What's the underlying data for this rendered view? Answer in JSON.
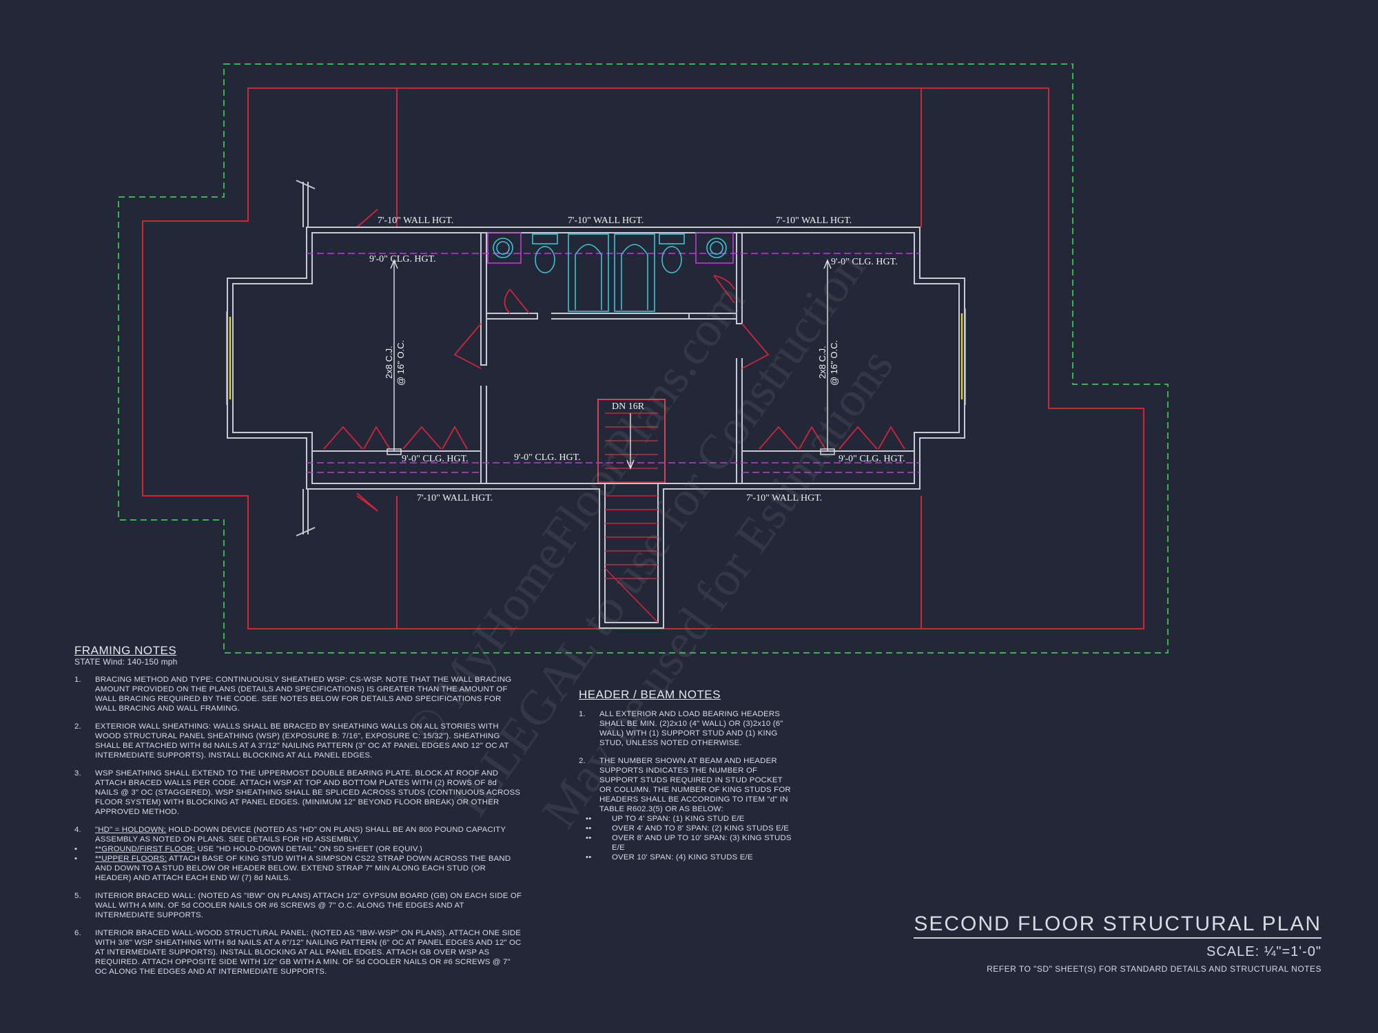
{
  "plan": {
    "wall_heights": [
      "7'-10\" WALL HGT.",
      "7'-10\" WALL HGT.",
      "7'-10\" WALL HGT.",
      "7'-10\" WALL HGT.",
      "7'-10\" WALL HGT."
    ],
    "ceiling_heights": [
      "9'-0\" CLG. HGT.",
      "9'-0\" CLG. HGT.",
      "9'-0\" CLG. HGT.",
      "9'-0\" CLG. HGT.",
      "9'-0\" CLG. HGT."
    ],
    "joist_label_1": "2x8 C.J.",
    "joist_label_2": "@ 16\" O.C.",
    "stair_label": "DN 16R",
    "colors": {
      "background": "#232838",
      "walls": "#c9cbd2",
      "roof_line": "#d0243a",
      "overhang": "#39b54a",
      "ceiling_line": "#c23ad6",
      "fixtures": "#3fc3d4",
      "window": "#e0d33a"
    }
  },
  "framing_notes": {
    "title": "FRAMING NOTES",
    "subtitle": "STATE Wind: 140-150 mph",
    "n1_num": "1.",
    "n1": "BRACING METHOD AND TYPE: CONTINUOUSLY SHEATHED WSP: CS-WSP. NOTE THAT THE WALL BRACING AMOUNT PROVIDED ON THE PLANS (DETAILS AND SPECIFICATIONS) IS GREATER THAN THE AMOUNT OF WALL BRACING REQUIRED BY THE CODE. SEE NOTES BELOW FOR DETAILS AND SPECIFICATIONS FOR WALL BRACING AND WALL FRAMING.",
    "n2_num": "2.",
    "n2": "EXTERIOR WALL SHEATHING: WALLS SHALL BE BRACED BY SHEATHING WALLS ON ALL STORIES WITH WOOD STRUCTURAL PANEL SHEATHING (WSP) (EXPOSURE B: 7/16\", EXPOSURE C: 15/32\"). SHEATHING SHALL BE ATTACHED WITH 8d NAILS AT A 3\"/12\" NAILING PATTERN (3\" OC AT PANEL EDGES AND 12\" OC AT INTERMEDIATE SUPPORTS). INSTALL BLOCKING AT ALL PANEL EDGES.",
    "n3_num": "3.",
    "n3": "WSP SHEATHING SHALL EXTEND TO THE UPPERMOST DOUBLE BEARING PLATE. BLOCK AT ROOF AND ATTACH BRACED WALLS PER CODE. ATTACH WSP AT TOP AND BOTTOM PLATES WITH (2) ROWS OF 8d NAILS @ 3\" OC (STAGGERED). WSP SHEATHING SHALL BE SPLICED ACROSS STUDS (CONTINUOUS ACROSS FLOOR SYSTEM) WITH BLOCKING AT PANEL EDGES. (MINIMUM 12\" BEYOND FLOOR BREAK) OR OTHER APPROVED METHOD.",
    "n4_num": "4.",
    "n4_key": "\"HD\" = HOLDOWN:",
    "n4": " HOLD-DOWN DEVICE (NOTED AS \"HD\" ON PLANS) SHALL BE AN 800 POUND CAPACITY ASSEMBLY AS NOTED ON PLANS. SEE DETAILS FOR HD ASSEMBLY.",
    "b1_key": "**GROUND/FIRST FLOOR:",
    "b1": "  USE \"HD HOLD-DOWN DETAIL\" ON SD SHEET (OR EQUIV.)",
    "b2_key": "**UPPER FLOORS:",
    "b2": " ATTACH BASE OF KING STUD WITH A SIMPSON CS22 STRAP DOWN ACROSS THE BAND AND DOWN TO A STUD BELOW OR HEADER BELOW.  EXTEND STRAP 7\" MIN ALONG EACH STUD (OR HEADER) AND ATTACH EACH END W/ (7) 8d NAILS.",
    "bullet": "•",
    "n5_num": "5.",
    "n5": "INTERIOR BRACED WALL: (NOTED AS \"IBW\" ON PLANS) ATTACH 1/2\" GYPSUM BOARD (GB) ON EACH SIDE OF WALL WITH A MIN. OF 5d COOLER NAILS OR #6 SCREWS @ 7\" O.C. ALONG THE EDGES AND AT INTERMEDIATE SUPPORTS.",
    "n6_num": "6.",
    "n6": "INTERIOR BRACED WALL-WOOD STRUCTURAL PANEL: (NOTED AS \"IBW-WSP\" ON PLANS). ATTACH ONE SIDE WITH 3/8\" WSP SHEATHING WITH 8d NAILS AT A 6\"/12\" NAILING PATTERN (6\" OC AT PANEL EDGES AND 12\" OC AT INTERMEDIATE SUPPORTS). INSTALL BLOCKING AT ALL PANEL EDGES. ATTACH GB OVER WSP AS REQUIRED. ATTACH OPPOSITE SIDE WITH 1/2\" GB WITH A MIN. OF 5d COOLER NAILS OR #6 SCREWS @ 7\" OC ALONG THE EDGES AND AT INTERMEDIATE SUPPORTS."
  },
  "header_notes": {
    "title": "HEADER / BEAM NOTES",
    "n1_num": "1.",
    "n1": "ALL EXTERIOR AND LOAD BEARING HEADERS SHALL BE MIN. (2)2x10 (4\" WALL) OR (3)2x10 (6\" WALL) WITH (1) SUPPORT STUD AND (1) KING STUD, UNLESS NOTED OTHERWISE.",
    "n2_num": "2.",
    "n2": "THE NUMBER SHOWN AT BEAM AND HEADER SUPPORTS INDICATES THE NUMBER OF SUPPORT STUDS REQUIRED IN STUD POCKET OR COLUMN. THE NUMBER OF KING STUDS FOR HEADERS SHALL BE ACCORDING TO ITEM \"d\" IN TABLE R602.3(5) OR AS BELOW:",
    "sub_bullet": "••",
    "s1": "UP TO 4' SPAN: (1) KING STUD E/E",
    "s2": "OVER 4' AND TO 8' SPAN: (2) KING STUDS E/E",
    "s3": "OVER 8' AND UP TO 10' SPAN: (3) KING STUDS E/E",
    "s4": "OVER 10' SPAN: (4) KING STUDS E/E"
  },
  "title_block": {
    "title": "SECOND FLOOR STRUCTURAL PLAN",
    "scale": "SCALE: ¼\"=1'-0\"",
    "reference": "REFER TO \"SD\" SHEET(S) FOR STANDARD DETAILS AND STRUCTURAL NOTES"
  },
  "watermark": {
    "line1": "© MyHomeFloorPlans.com",
    "line2": "ILLEGAL to use for Construction",
    "line3": "May be used for Estimations"
  }
}
